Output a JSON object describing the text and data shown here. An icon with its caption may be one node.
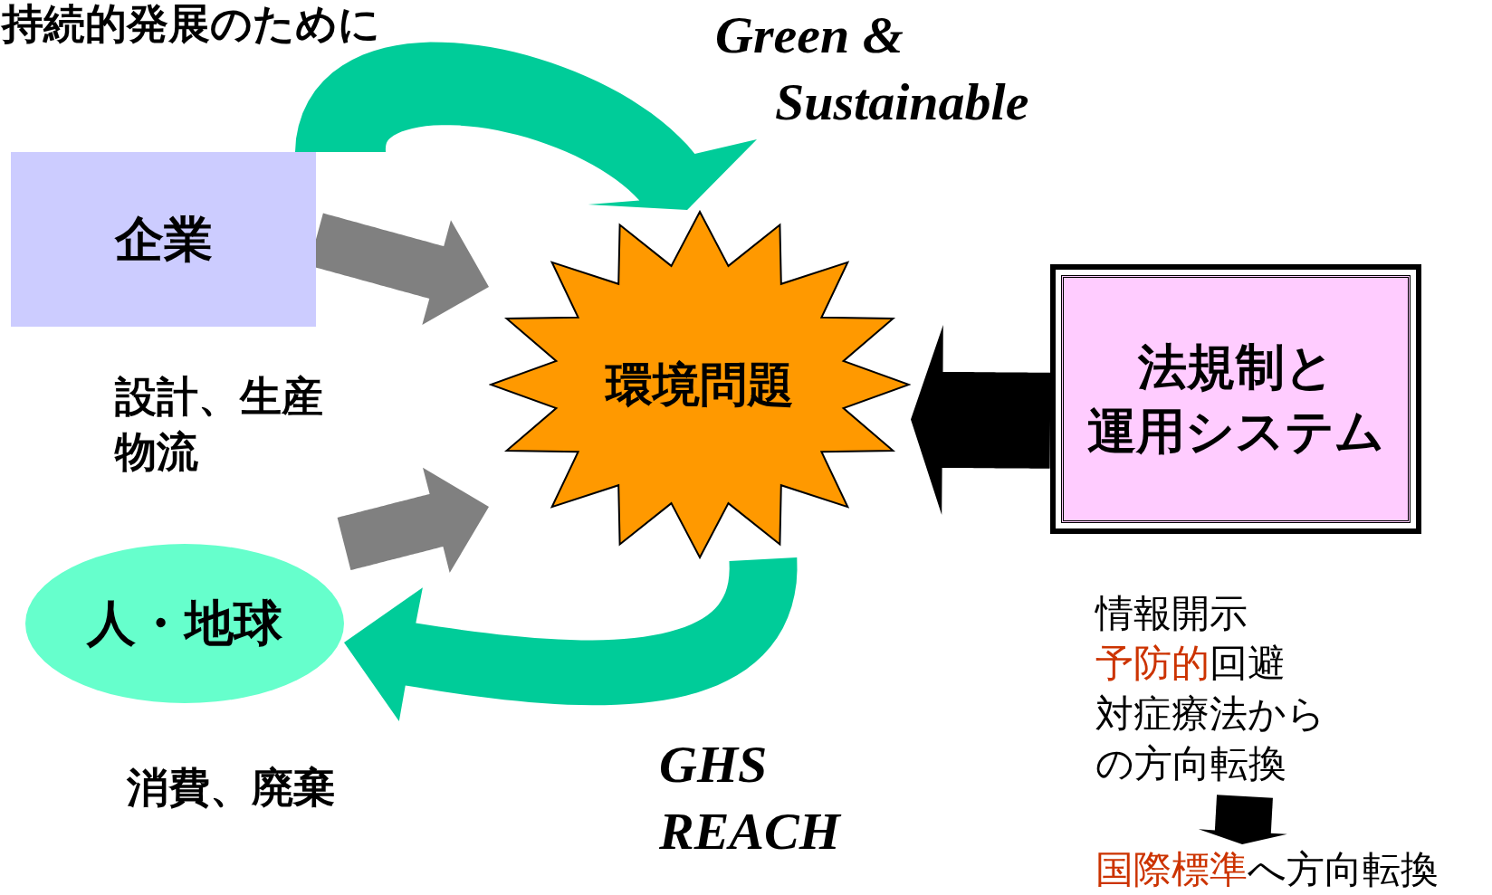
{
  "diagram": {
    "title": "持続的発展のために",
    "nodes": [
      {
        "text": [
          "企業"
        ],
        "beside": [
          "設計、生産物流"
        ]
      },
      {
        "text": [
          "人・地球"
        ],
        "beside": [
          "消費、廃棄"
        ]
      },
      {
        "text": [
          "環境問題"
        ]
      },
      {
        "text": [
          "法規制と運用システム"
        ]
      },
      {
        "text": [
          "情報開示",
          "**予防的**回避",
          "対症療法からの方向転換"
        ]
      },
      {
        "text": [
          "**国際標準**へ方向転換"
        ]
      }
    ],
    "edges": [
      {
        "from": 0,
        "to": 2,
        "arrow": "to",
        "color": "#808080"
      },
      {
        "from": 1,
        "to": 2,
        "arrow": "to",
        "color": "#808080"
      },
      {
        "from": 3,
        "to": 2,
        "arrow": "to",
        "color": "#000000"
      },
      {
        "from": 4,
        "to": 5,
        "arrow": "to",
        "color": "#000000"
      },
      {
        "from": 0,
        "to": 2,
        "arrow": "to",
        "color": "#00cc99"
      },
      {
        "from": 2,
        "to": 1,
        "arrow": "to",
        "color": "#00cc99"
      }
    ],
    "labels": [
      "Green & Sustainable",
      "GHS REACH"
    ]
  }
}
